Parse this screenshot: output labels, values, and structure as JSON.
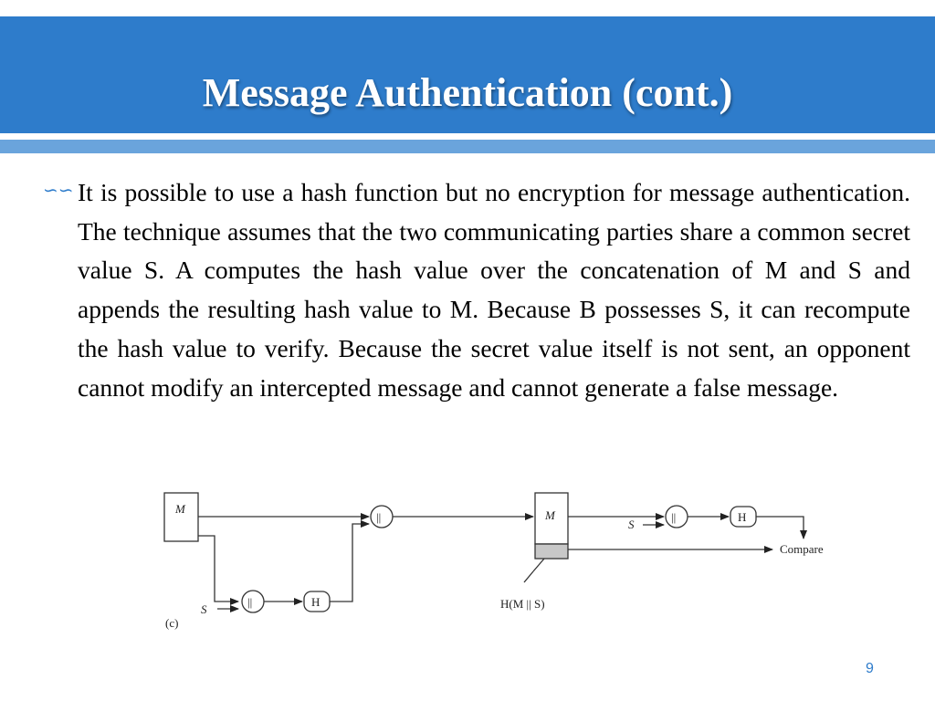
{
  "slide": {
    "title": "Message Authentication (cont.)",
    "bullet_text": "It is possible to use a hash function but no encryption for message authentication.  The technique assumes that the two communicating parties share a common secret value  S. A computes the hash value over the concatenation of  M and S and appends the resulting hash value to  M. Because B possesses  S, it can recompute the hash value to verify. Because the secret value itself is not sent, an opponent cannot modify an intercepted message and cannot generate a false message.",
    "page_number": "9"
  },
  "diagram": {
    "caption": "(c)",
    "sender_message_label": "M",
    "sender_secret_label": "S",
    "sender_concat_symbol": "||",
    "sender_hash_label": "H",
    "transmitted_message_label": "M",
    "hash_annotation": "H(M || S)",
    "receiver_secret_label": "S",
    "receiver_concat_symbol": "||",
    "receiver_hash_label": "H",
    "compare_label": "Compare"
  },
  "colors": {
    "title_bar": "#2e7ccb",
    "title_bar_line": "#6aa4dc",
    "hash_block_fill": "#c8c8c8"
  }
}
